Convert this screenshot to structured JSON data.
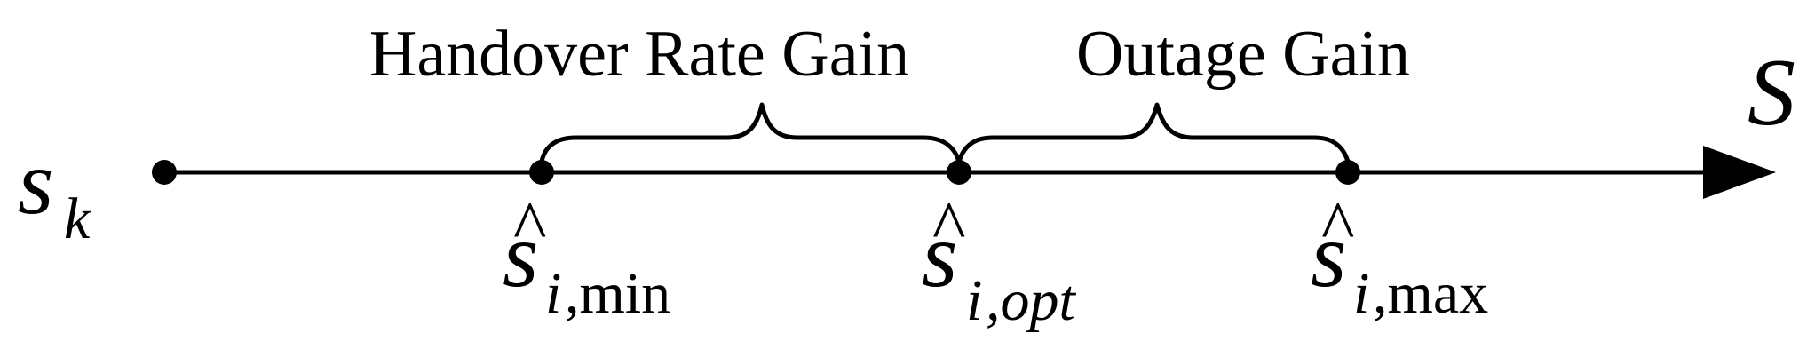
{
  "axis": {
    "name": "S"
  },
  "points": {
    "start": {
      "var": "s",
      "sub": "k"
    },
    "min": {
      "var": "s",
      "sub_i": "i",
      "sub_rest": ",min",
      "hat": "^"
    },
    "opt": {
      "var": "s",
      "sub_i": "i",
      "sub_rest": ",opt",
      "hat": "^"
    },
    "max": {
      "var": "s",
      "sub_i": "i",
      "sub_rest": ",max",
      "hat": "^"
    }
  },
  "braces": {
    "left_label": "Handover Rate Gain",
    "right_label": "Outage Gain"
  },
  "colors": {
    "ink": "#000000",
    "background": "#ffffff"
  }
}
